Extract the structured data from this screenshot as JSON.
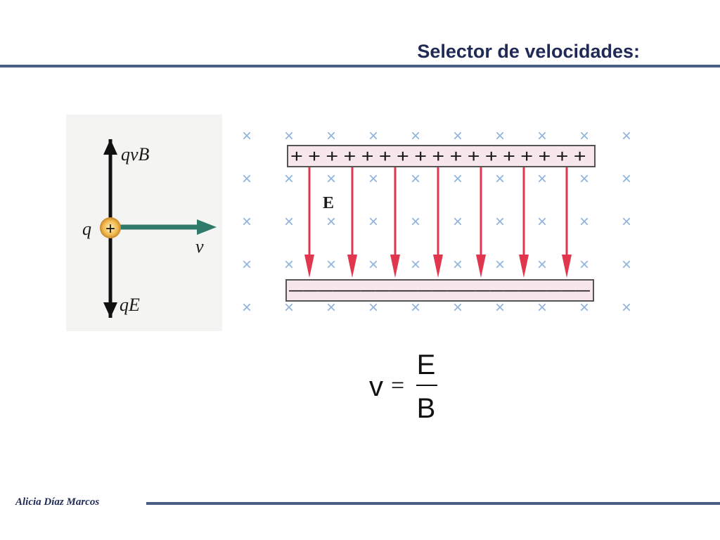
{
  "slide": {
    "title": "Selector de velocidades:",
    "author": "Alicia Díaz Marcos"
  },
  "left_diagram": {
    "force_up_label": "qvB",
    "charge_label": "q",
    "charge_sign": "+",
    "velocity_label": "v",
    "force_down_label": "qE"
  },
  "right_diagram": {
    "field_label": "E",
    "positive_plate": "+++++++++++++++++",
    "negative_plate": "–––––––––––––––––––––",
    "magnetic_symbol": "×"
  },
  "formula": {
    "lhs": "v",
    "equals": "=",
    "numerator": "E",
    "denominator": "B"
  },
  "colors": {
    "title": "#1f2a55",
    "rule": "#4a5f86",
    "arrow_green": "#2f7a6a",
    "field_red": "#e0374f",
    "cross_blue": "#8fb4dd",
    "plate_fill": "#f7e6ec"
  }
}
